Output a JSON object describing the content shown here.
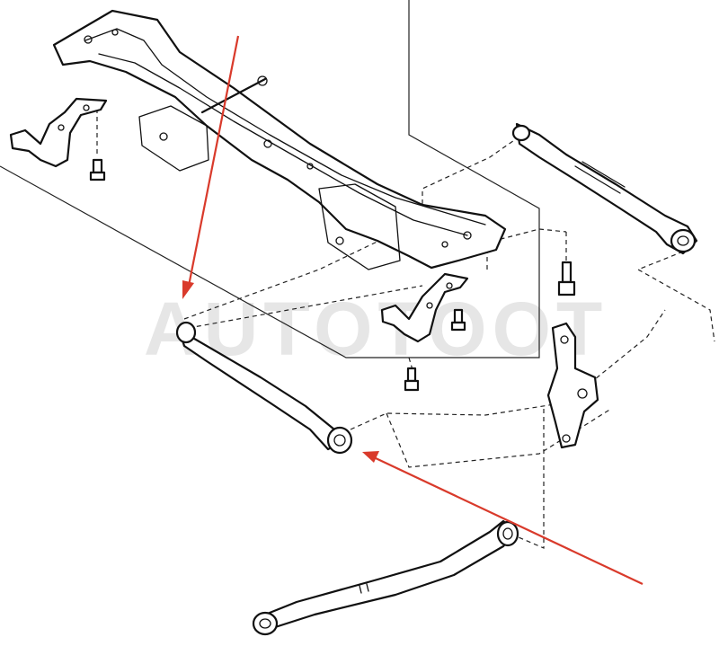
{
  "watermark": {
    "text": "AUTOTOOT"
  },
  "colors": {
    "line": "#111111",
    "arrow": "#d93a2b",
    "watermark": "#e6e6e6",
    "background": "#ffffff"
  },
  "parts": [
    {
      "id": "rear-crossmember-subframe"
    },
    {
      "id": "mounting-bracket-left"
    },
    {
      "id": "mounting-bracket-right"
    },
    {
      "id": "upper-adjustable-control-arm"
    },
    {
      "id": "lateral-link-arm"
    },
    {
      "id": "lower-trailing-arm"
    },
    {
      "id": "knuckle-bracket"
    },
    {
      "id": "mounting-bolts"
    }
  ],
  "annotations": [
    {
      "id": "arrow-top",
      "color": "#d93a2b",
      "points_to": "lateral-link-arm"
    },
    {
      "id": "arrow-bottom-right",
      "color": "#d93a2b",
      "points_to": "lateral-link-arm"
    }
  ]
}
